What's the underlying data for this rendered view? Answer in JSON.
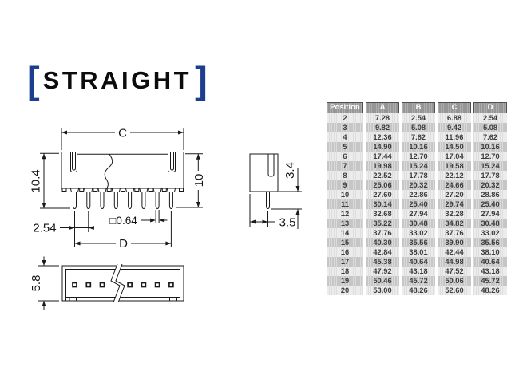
{
  "title": {
    "bracket_open": "[",
    "text": "STRAIGHT",
    "bracket_close": "]"
  },
  "drawing": {
    "front_view": {
      "dim_width_top": "C",
      "dim_width_bottom": "D",
      "dim_height_left": "10.4",
      "dim_height_right": "10",
      "dim_pitch": "2.54",
      "dim_pin_square": "□0.64"
    },
    "side_view": {
      "dim_pin_length": "3.4",
      "dim_offset": "3.5"
    },
    "bottom_view": {
      "dim_height": "5.8"
    }
  },
  "table": {
    "columns": [
      "Position",
      "A",
      "B",
      "C",
      "D"
    ],
    "rows": [
      [
        "2",
        "7.28",
        "2.54",
        "6.88",
        "2.54"
      ],
      [
        "3",
        "9.82",
        "5.08",
        "9.42",
        "5.08"
      ],
      [
        "4",
        "12.36",
        "7.62",
        "11.96",
        "7.62"
      ],
      [
        "5",
        "14.90",
        "10.16",
        "14.50",
        "10.16"
      ],
      [
        "6",
        "17.44",
        "12.70",
        "17.04",
        "12.70"
      ],
      [
        "7",
        "19.98",
        "15.24",
        "19.58",
        "15.24"
      ],
      [
        "8",
        "22.52",
        "17.78",
        "22.12",
        "17.78"
      ],
      [
        "9",
        "25.06",
        "20.32",
        "24.66",
        "20.32"
      ],
      [
        "10",
        "27.60",
        "22.86",
        "27.20",
        "28.86"
      ],
      [
        "11",
        "30.14",
        "25.40",
        "29.74",
        "25.40"
      ],
      [
        "12",
        "32.68",
        "27.94",
        "32.28",
        "27.94"
      ],
      [
        "13",
        "35.22",
        "30.48",
        "34.82",
        "30.48"
      ],
      [
        "14",
        "37.76",
        "33.02",
        "37.76",
        "33.02"
      ],
      [
        "15",
        "40.30",
        "35.56",
        "39.90",
        "35.56"
      ],
      [
        "16",
        "42.84",
        "38.01",
        "42.44",
        "38.10"
      ],
      [
        "17",
        "45.38",
        "40.64",
        "44.98",
        "40.64"
      ],
      [
        "18",
        "47.92",
        "43.18",
        "47.52",
        "43.18"
      ],
      [
        "19",
        "50.46",
        "45.72",
        "50.06",
        "45.72"
      ],
      [
        "20",
        "53.00",
        "48.26",
        "52.60",
        "48.26"
      ]
    ]
  },
  "colors": {
    "bracket_blue": "#1d3e8f",
    "table_header_bg": "#969696",
    "row_dark": "#c6c6c6",
    "row_light": "#ececec"
  }
}
